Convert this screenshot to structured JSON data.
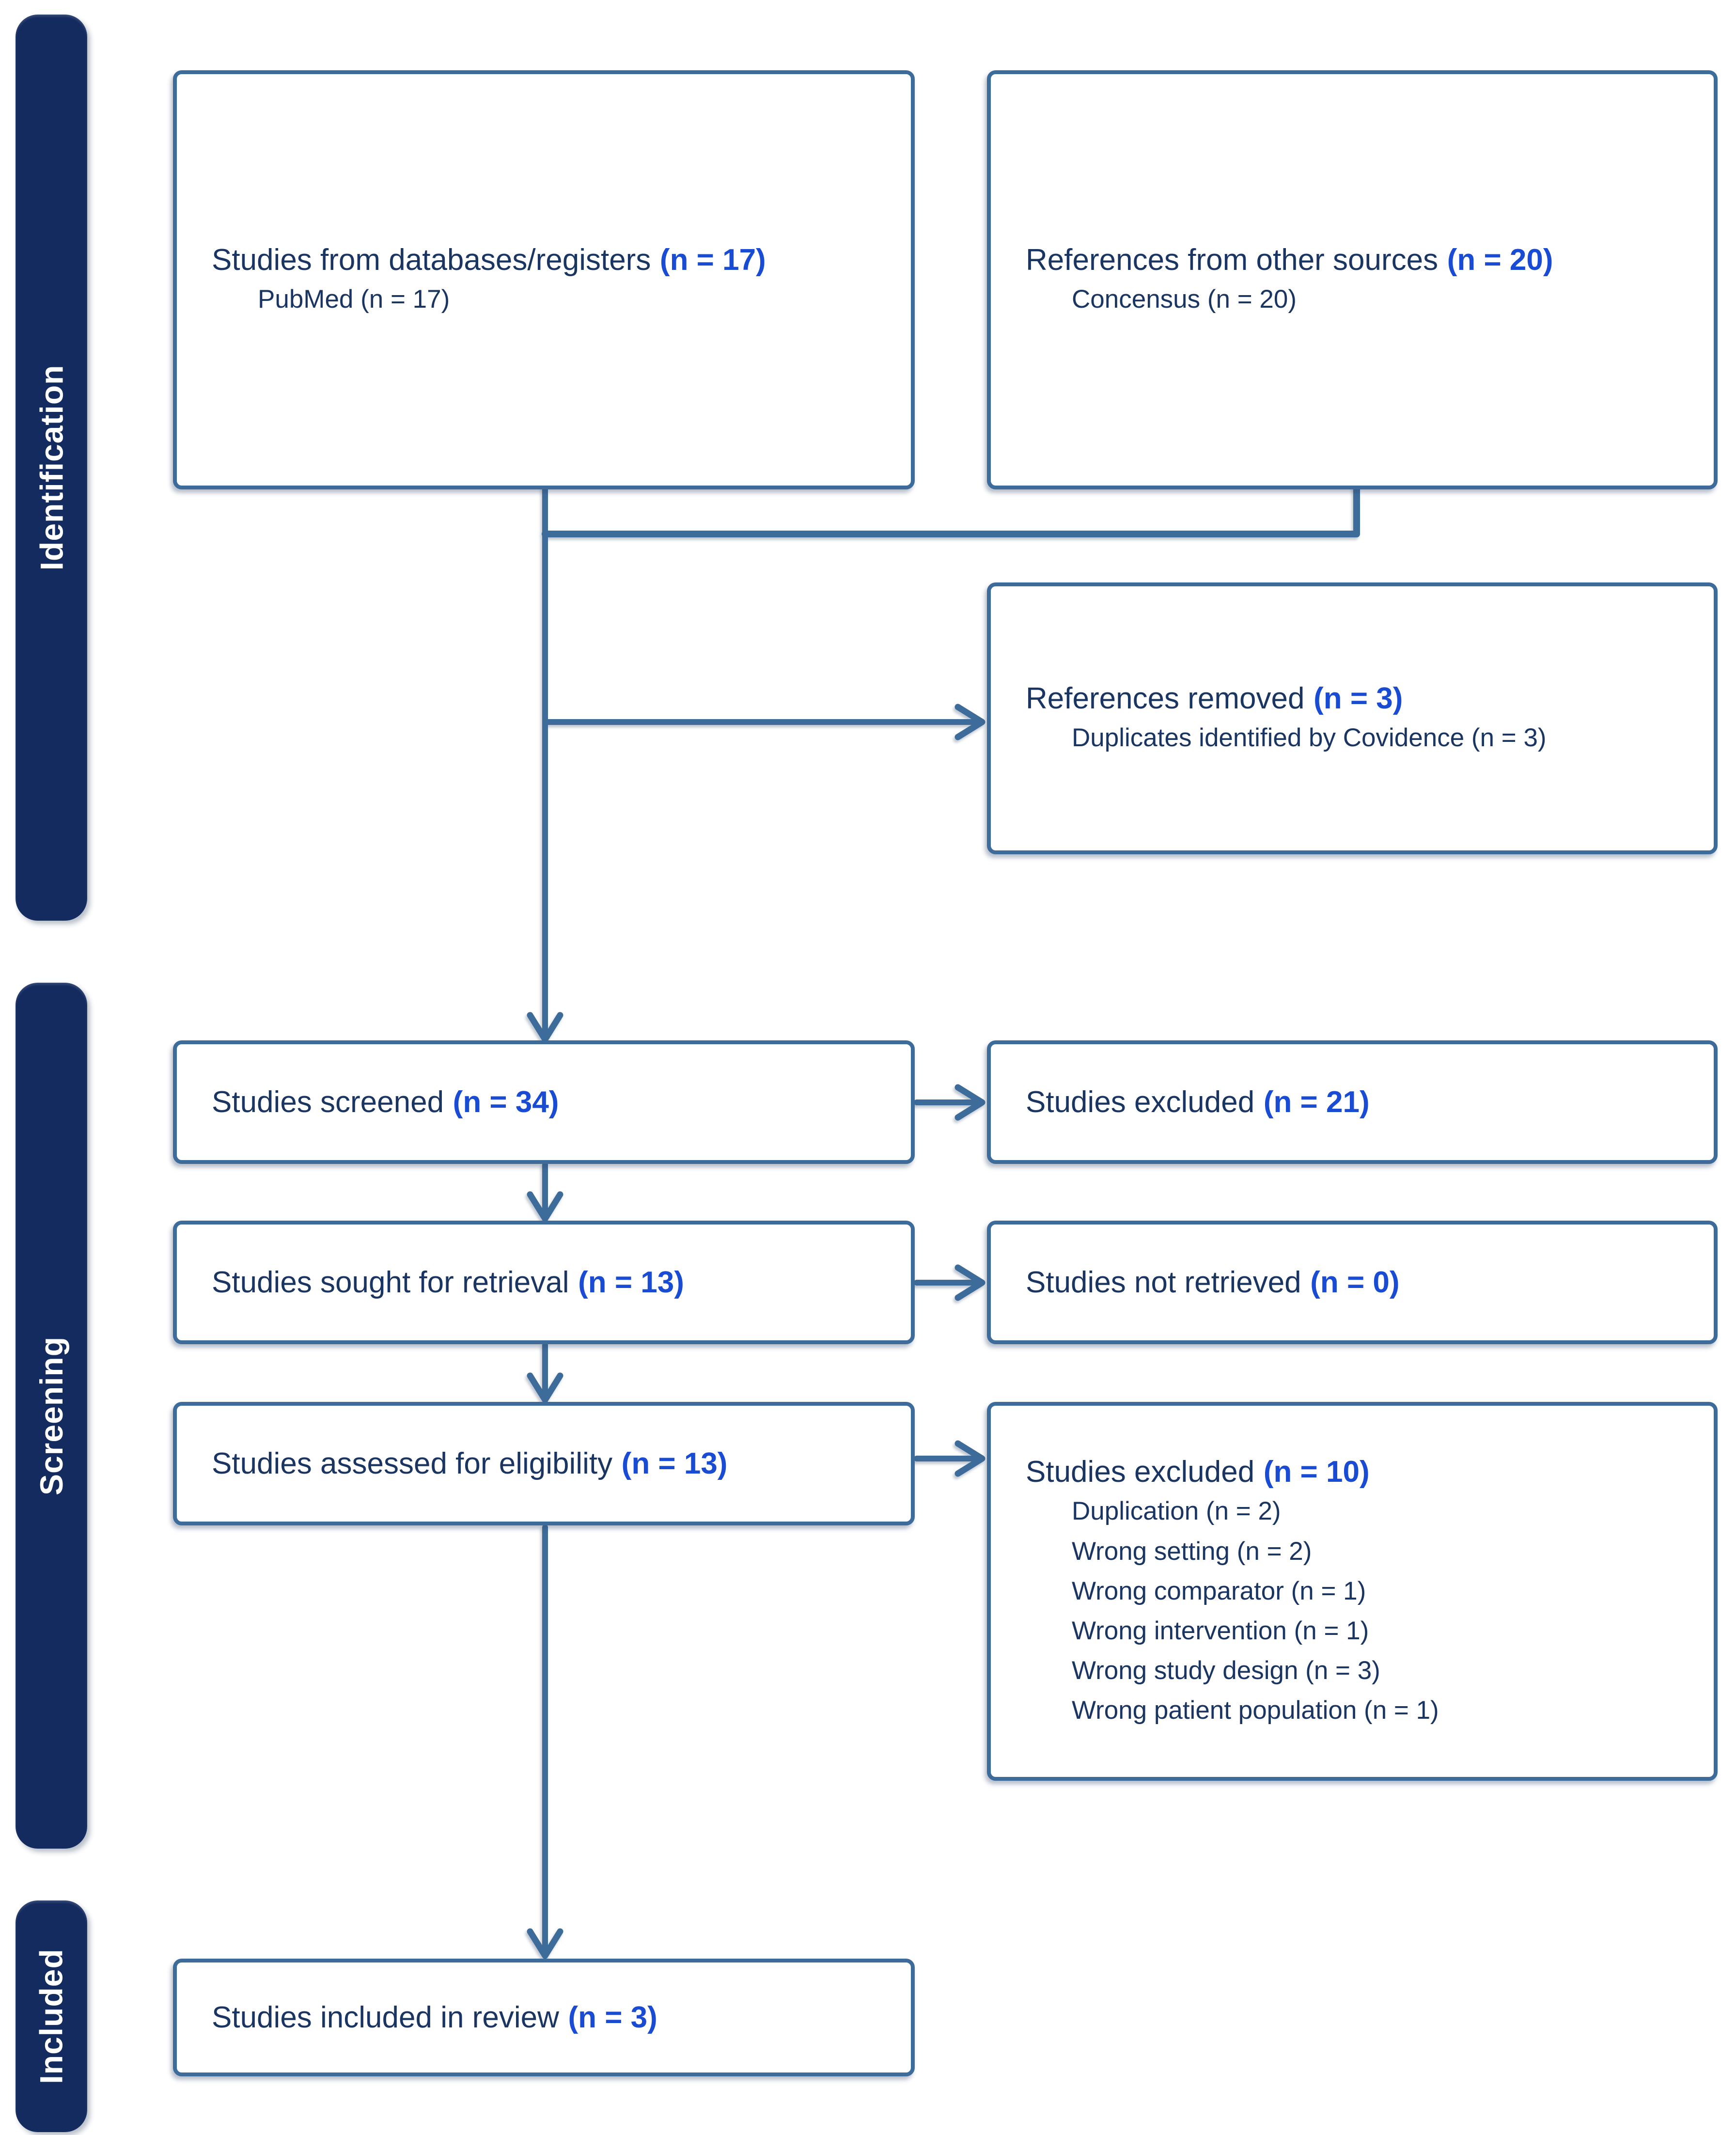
{
  "palette": {
    "sidebar_navy": "#142b5f",
    "steel_border": "#3e6c9a",
    "navy_text": "#1a3562",
    "accent_blue": "#1a4cd3",
    "background": "#ffffff"
  },
  "sidebar": {
    "identification": "Identification",
    "screening": "Screening",
    "included": "Included"
  },
  "boxes": {
    "databases": {
      "main": "Studies from databases/registers",
      "n": "(n = 17)",
      "subs": [
        "PubMed (n = 17)"
      ]
    },
    "other_sources": {
      "main": "References from other sources",
      "n": "(n = 20)",
      "subs": [
        "Concensus (n = 20)"
      ]
    },
    "removed": {
      "main": "References removed",
      "n": "(n = 3)",
      "subs": [
        "Duplicates identified by Covidence (n = 3)"
      ]
    },
    "screened": {
      "main": "Studies screened",
      "n": "(n = 34)"
    },
    "excluded_screening": {
      "main": "Studies excluded",
      "n": "(n = 21)"
    },
    "sought": {
      "main": "Studies sought for retrieval",
      "n": "(n = 13)"
    },
    "not_retrieved": {
      "main": "Studies not retrieved",
      "n": "(n = 0)"
    },
    "assessed": {
      "main": "Studies assessed for eligibility",
      "n": "(n = 13)"
    },
    "excluded_eligibility": {
      "main": "Studies excluded",
      "n": "(n = 10)",
      "subs": [
        "Duplication (n = 2)",
        "Wrong setting (n = 2)",
        "Wrong comparator (n = 1)",
        "Wrong intervention (n = 1)",
        "Wrong study design (n = 3)",
        "Wrong patient population (n = 1)"
      ]
    },
    "included_review": {
      "main": "Studies included in review",
      "n": "(n = 3)"
    }
  }
}
